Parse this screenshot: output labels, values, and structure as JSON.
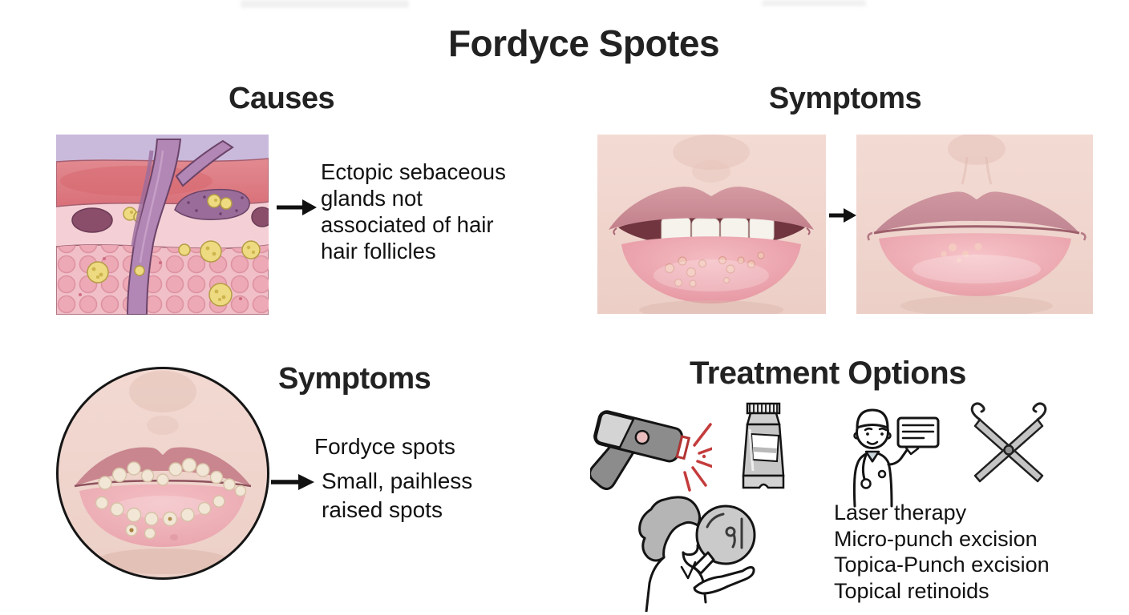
{
  "title": "Fordyce Spotes",
  "sections": {
    "causes": {
      "heading": "Causes",
      "description": "Ectopic sebaceous glands not associated of hair hair follicles"
    },
    "symptoms_lips": {
      "heading": "Symptoms"
    },
    "symptoms_spots": {
      "heading": "Symptoms",
      "lines": [
        "Fordyce spots",
        "Small, paihless",
        "raised spots"
      ]
    },
    "treatment": {
      "heading": "Treatment Options",
      "options": [
        "Laser therapy",
        "Micro-punch excision",
        "Topica-Punch excision",
        "Topical retinoids"
      ]
    }
  },
  "icons": {
    "laser": "laser-device-icon",
    "tube": "ointment-tube-icon",
    "doctor": "doctor-consultation-icon",
    "scissors": "surgical-scissors-icon",
    "patient_mirror": "patient-with-mirror-icon",
    "arrow": "arrow-right-icon"
  },
  "colors": {
    "background": "#ffffff",
    "text": "#1c1c1c",
    "laser_beam": "#c43c3c",
    "histology_pink": "#f1bfc8",
    "histology_purple": "#b286b5",
    "gland_yellow": "#eeda80",
    "skin_tone": "#f0d7cf",
    "lip_pink": "#e99ea8",
    "fordyce_spot_cream": "#f2e7d6"
  }
}
